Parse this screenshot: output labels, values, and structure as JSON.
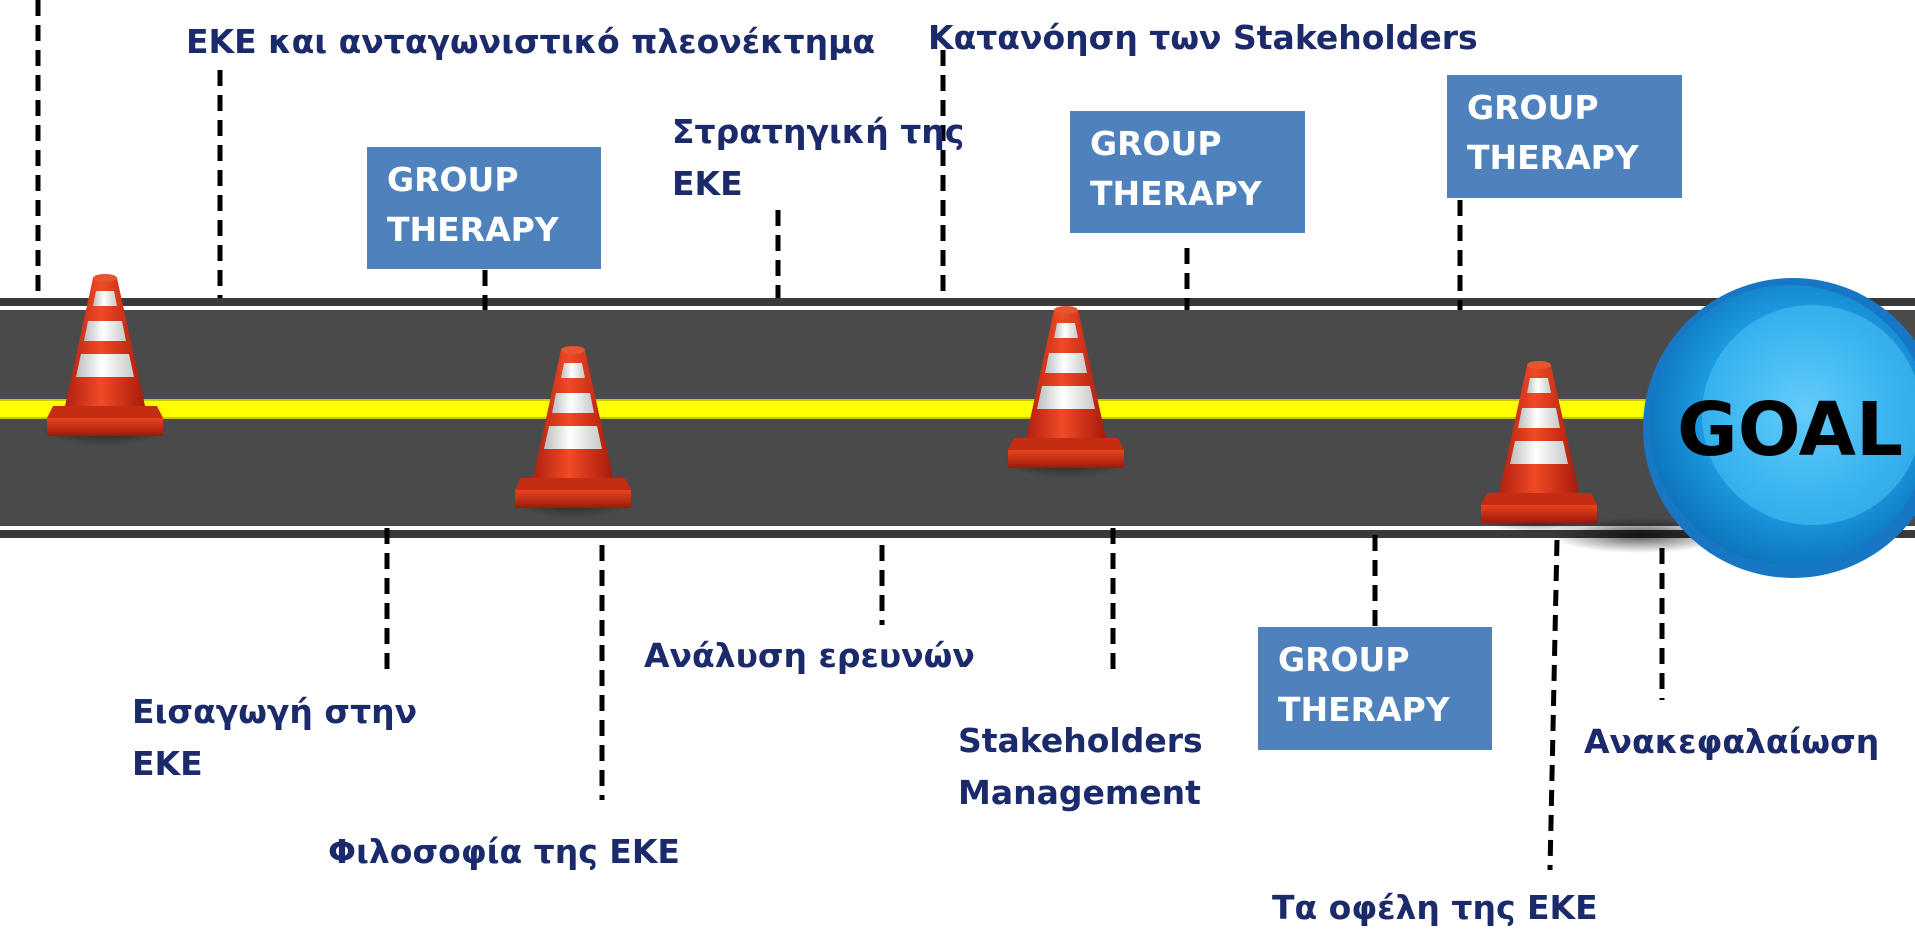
{
  "labels": {
    "top1": "ΕΚΕ και ανταγωνιστικό πλεονέκτημα",
    "top2": "Κατανόηση των Stakeholders",
    "top3_l1": "Στρατηγική της",
    "top3_l2": "ΕΚΕ",
    "bot1_l1": "Εισαγωγή στην",
    "bot1_l2": "ΕΚΕ",
    "bot2": "Φιλοσοφία της ΕΚΕ",
    "bot3": "Ανάλυση ερευνών",
    "bot4_l1": "Stakeholders",
    "bot4_l2": "Management",
    "bot5": "Τα οφέλη της ΕΚΕ",
    "bot6": "Ανακεφαλαίωση"
  },
  "group_therapy": {
    "line1": "GROUP",
    "line2": "THERAPY"
  },
  "goal": "GOAL",
  "colors": {
    "road": "#4a4a4a",
    "center_line": "#ffff00",
    "label_text": "#1b2a6b",
    "box_fill": "#4f81bd",
    "cone": "#d9391c",
    "goal_ball": "#1ea0e6"
  }
}
